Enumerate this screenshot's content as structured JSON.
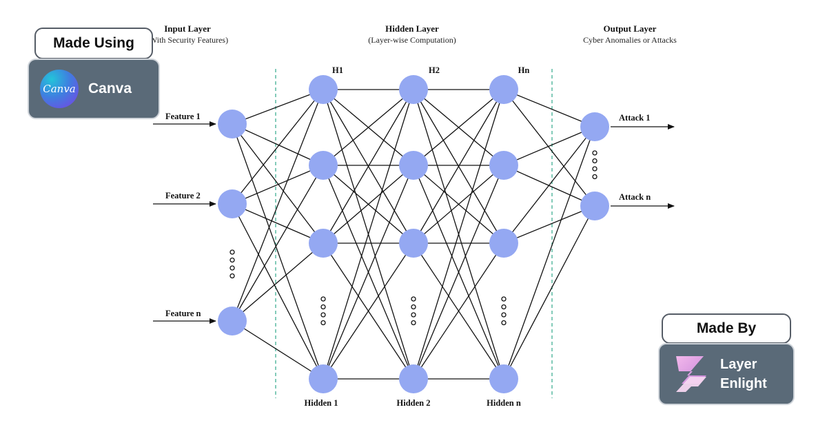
{
  "headers": {
    "input": {
      "title": "Input Layer",
      "subtitle": "(With Security Features)"
    },
    "hidden": {
      "title": "Hidden Layer",
      "subtitle": "(Layer-wise Computation)"
    },
    "output": {
      "title": "Output Layer",
      "subtitle": "Cyber Anomalies or Attacks"
    }
  },
  "inputs": [
    "Feature 1",
    "Feature 2",
    "Feature n"
  ],
  "outputs": [
    "Attack 1",
    "Attack n"
  ],
  "hidden_tops": [
    "H1",
    "H2",
    "Hn"
  ],
  "hidden_bottoms": [
    "Hidden 1",
    "Hidden 2",
    "Hidden n"
  ],
  "colors": {
    "node": "#94a8f2",
    "edge": "#111111",
    "divider": "#2fa88a"
  },
  "badges": {
    "made_using": {
      "label": "Made Using",
      "tool": "Canva",
      "logo_text": "Canva"
    },
    "made_by": {
      "label": "Made By",
      "line1": "Layer",
      "line2": "Enlight"
    }
  }
}
